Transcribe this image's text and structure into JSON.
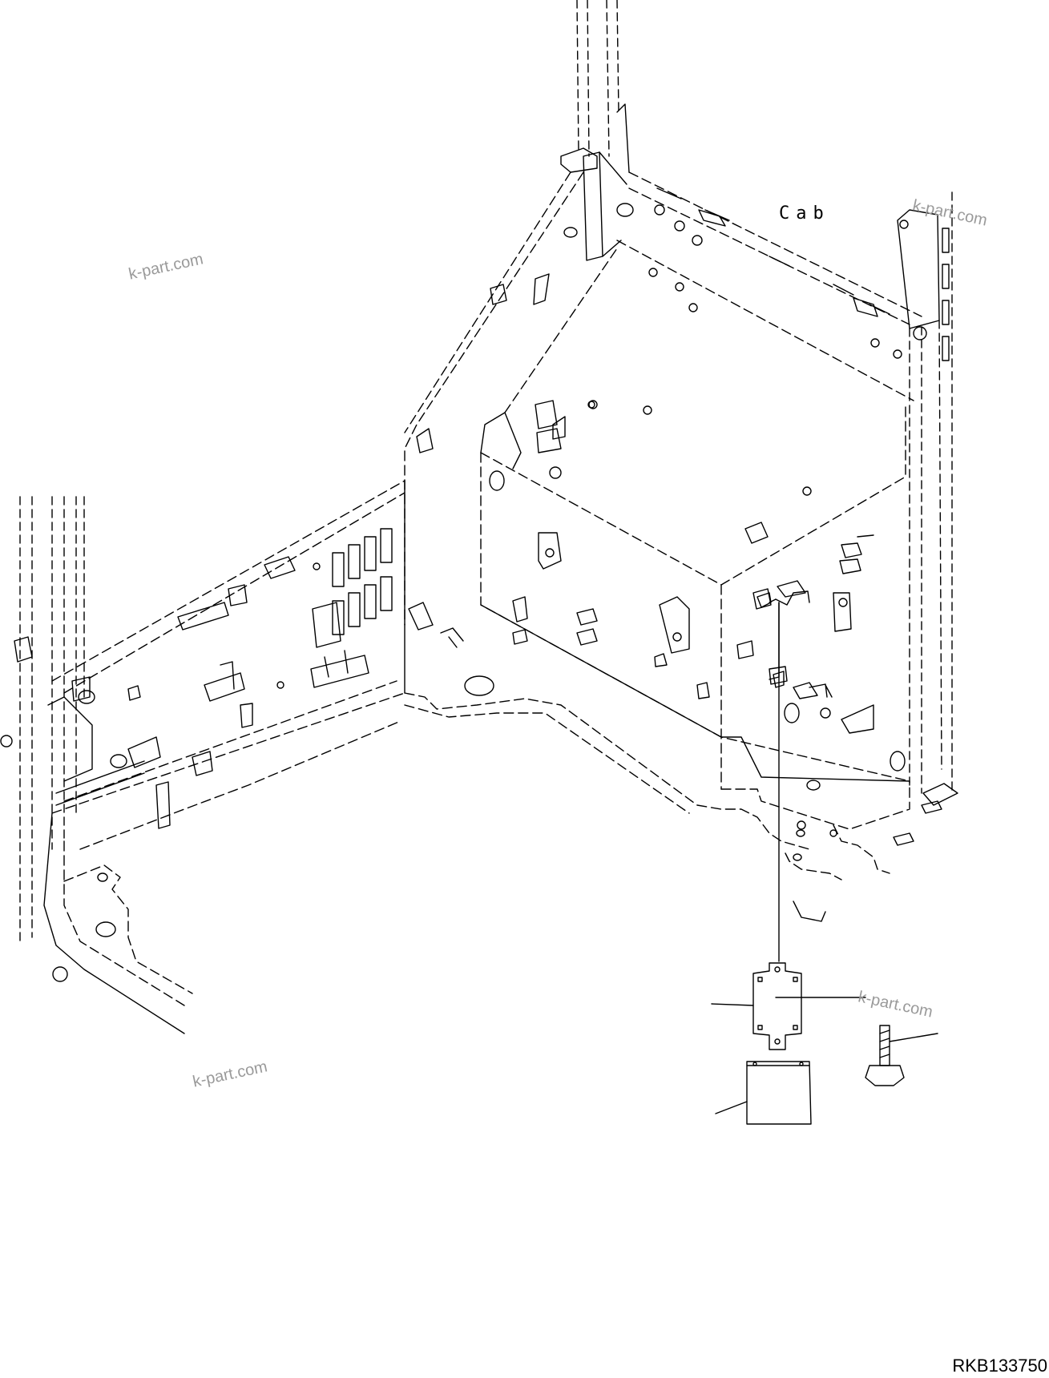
{
  "diagram": {
    "cab_label": "Cab",
    "drawing_number": "RKB133750",
    "watermark": "k-part.com",
    "line_color": "#000000",
    "watermark_color": "#9a9a9a",
    "style": "isometric exploded parts diagram, black line art on white"
  }
}
